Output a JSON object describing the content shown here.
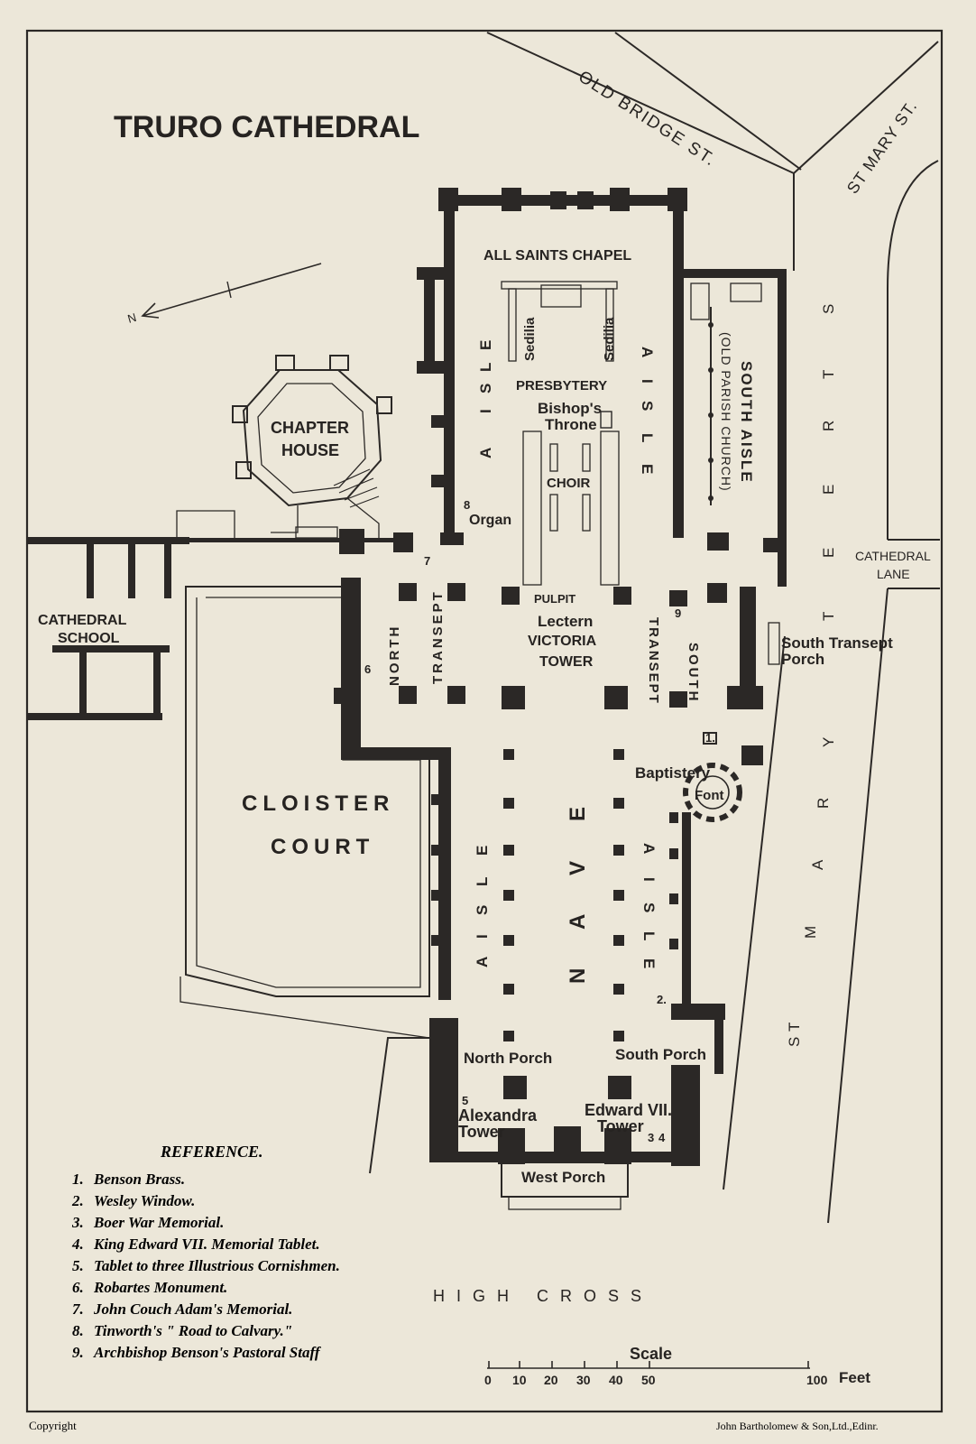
{
  "title": "TRURO CATHEDRAL",
  "streets": {
    "old_bridge": "OLD BRIDGE ST.",
    "st_mary_top": "ST MARY ST.",
    "st_mary_street": [
      "S",
      "T",
      "R",
      "E",
      "E",
      "T"
    ],
    "st_mary_lower": [
      "S",
      "T",
      "M",
      "A",
      "R",
      "Y"
    ],
    "high_cross": "HIGH CROSS",
    "cathedral_lane": [
      "CATHEDRAL",
      "LANE"
    ]
  },
  "areas": {
    "all_saints": "ALL SAINTS CHAPEL",
    "sedilia_left": "Sedilia",
    "sedilia_right": "Sedilia",
    "presbytery": "PRESBYTERY",
    "bishops_throne": [
      "Bishop's",
      "Throne"
    ],
    "choir": "CHOIR",
    "organ": "Organ",
    "pulpit": "PULPIT",
    "lectern": "Lectern",
    "victoria_tower": [
      "VICTORIA",
      "TOWER"
    ],
    "chapter_house": [
      "CHAPTER",
      "HOUSE"
    ],
    "cathedral_school": [
      "CATHEDRAL",
      "SCHOOL"
    ],
    "cloister_court": [
      "CLOISTER",
      "COURT"
    ],
    "north_transept": [
      "NORTH",
      "TRANSEPT"
    ],
    "south_transept": [
      "SOUTH",
      "TRANSEPT"
    ],
    "south_aisle_old": [
      "SOUTH AISLE",
      "(OLD PARISH CHURCH)"
    ],
    "south_transept_porch": [
      "South Transept",
      "Porch"
    ],
    "baptistery": "Baptistery",
    "font": "Font",
    "nave": [
      "N",
      "A",
      "V",
      "E"
    ],
    "aisle": [
      "A",
      "I",
      "S",
      "L",
      "E"
    ],
    "north_porch": "North Porch",
    "south_porch": "South Porch",
    "alexandra_tower": [
      "Alexandra",
      "Tower"
    ],
    "edward_tower": [
      "Edward VII.",
      "Tower"
    ],
    "west_porch": "West Porch"
  },
  "markers": [
    "1.",
    "2.",
    "3",
    "4",
    "5",
    "6",
    "7",
    "8",
    "9"
  ],
  "reference": {
    "heading": "REFERENCE.",
    "items": [
      {
        "num": "1.",
        "text": "Benson Brass."
      },
      {
        "num": "2.",
        "text": "Wesley Window."
      },
      {
        "num": "3.",
        "text": "Boer War Memorial."
      },
      {
        "num": "4.",
        "text": "King Edward VII. Memorial Tablet."
      },
      {
        "num": "5.",
        "text": "Tablet to three Illustrious Cornishmen."
      },
      {
        "num": "6.",
        "text": "Robartes Monument."
      },
      {
        "num": "7.",
        "text": "John Couch Adam's Memorial."
      },
      {
        "num": "8.",
        "text": "Tinworth's \" Road to Calvary.\""
      },
      {
        "num": "9.",
        "text": "Archbishop Benson's Pastoral Staff"
      }
    ]
  },
  "scale": {
    "title": "Scale",
    "ticks": [
      "0",
      "10",
      "20",
      "30",
      "40",
      "50",
      "100"
    ],
    "unit": "Feet"
  },
  "north_arrow": "N",
  "footer": {
    "left": "Copyright",
    "right": "John Bartholomew & Son,Ltd.,Edinr."
  },
  "colors": {
    "paper": "#ece7d9",
    "ink": "#2b2826"
  }
}
